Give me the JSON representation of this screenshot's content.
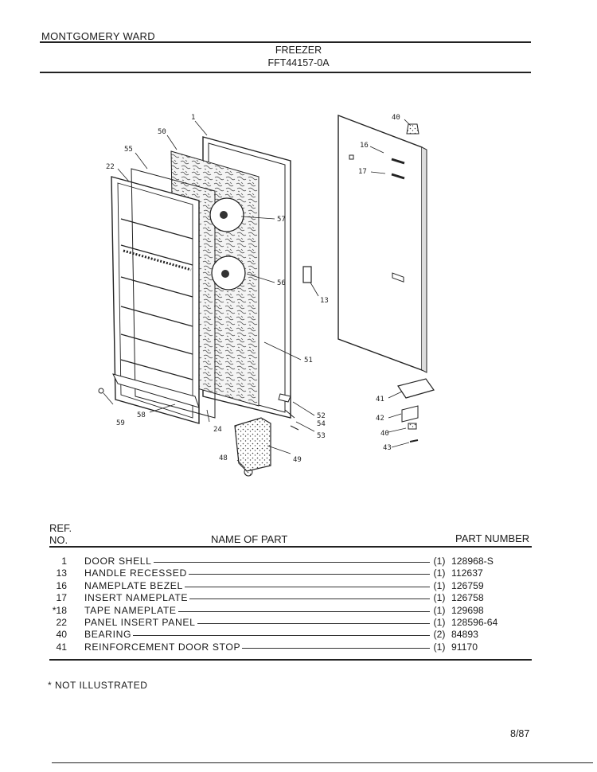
{
  "header": {
    "brand": "MONTGOMERY WARD",
    "title": "FREEZER",
    "model": "FFT44157-0A"
  },
  "diagram": {
    "callouts": [
      "1",
      "50",
      "55",
      "22",
      "57",
      "56",
      "13",
      "51",
      "40",
      "16",
      "17",
      "41",
      "42",
      "40",
      "43",
      "52",
      "54",
      "53",
      "59",
      "58",
      "24",
      "48",
      "49"
    ]
  },
  "table": {
    "headers": {
      "ref": "REF.",
      "no": "NO.",
      "name": "NAME OF PART",
      "part_number": "PART NUMBER"
    },
    "rows": [
      {
        "ref": "1",
        "name": "DOOR SHELL",
        "qty": "(1)",
        "part_number": "128968-S"
      },
      {
        "ref": "13",
        "name": "HANDLE RECESSED",
        "qty": "(1)",
        "part_number": "112637"
      },
      {
        "ref": "16",
        "name": "NAMEPLATE BEZEL",
        "qty": "(1)",
        "part_number": "126759"
      },
      {
        "ref": "17",
        "name": "INSERT NAMEPLATE",
        "qty": "(1)",
        "part_number": "126758"
      },
      {
        "ref": "*18",
        "name": "TAPE NAMEPLATE",
        "qty": "(1)",
        "part_number": "129698"
      },
      {
        "ref": "22",
        "name": "PANEL INSERT PANEL",
        "qty": "(1)",
        "part_number": "128596-64"
      },
      {
        "ref": "40",
        "name": "BEARING",
        "qty": "(2)",
        "part_number": "84893"
      },
      {
        "ref": "41",
        "name": "REINFORCEMENT DOOR STOP",
        "qty": "(1)",
        "part_number": "91170"
      }
    ]
  },
  "footnote": "* NOT ILLUSTRATED",
  "date": "8/87"
}
